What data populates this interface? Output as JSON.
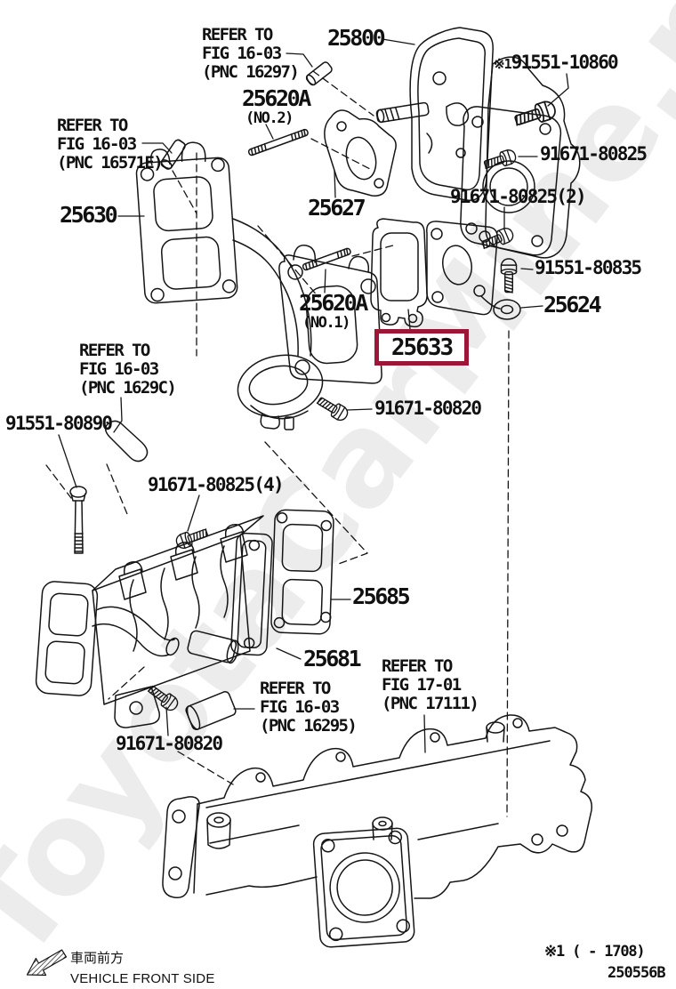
{
  "watermark": {
    "text": "ToyotaCarMine.ru"
  },
  "colors": {
    "background": "#ffffff",
    "line": "#151515",
    "highlight": "#9e1637",
    "watermark": "#ececec"
  },
  "highlighted_part": {
    "number": "25633"
  },
  "labels": {
    "ref_16297": {
      "text": "REFER TO\nFIG 16-03\n(PNC 16297)"
    },
    "p25800": {
      "text": "25800"
    },
    "n91551_10860": {
      "prefix": "※1",
      "text": "91551-10860"
    },
    "n91671_80825": {
      "text": "91671-80825"
    },
    "p25620a_no2": {
      "text": "25620A",
      "sub": "(NO.2)"
    },
    "ref_16571e": {
      "text": "REFER TO\nFIG 16-03\n(PNC 16571E)"
    },
    "p25630": {
      "text": "25630"
    },
    "p25627": {
      "text": "25627"
    },
    "n91671_80825_2": {
      "text": "91671-80825(2)"
    },
    "n91551_80835": {
      "text": "91551-80835"
    },
    "p25620a_no1": {
      "text": "25620A",
      "sub": "(NO.1)"
    },
    "p25624": {
      "text": "25624"
    },
    "p25633": {
      "text": "25633"
    },
    "n91671_80820_mid": {
      "text": "91671-80820"
    },
    "ref_1629c": {
      "text": "REFER TO\nFIG 16-03\n(PNC 1629C)"
    },
    "n91551_80890": {
      "text": "91551-80890"
    },
    "n91671_80825_4": {
      "text": "91671-80825(4)"
    },
    "p25685": {
      "text": "25685"
    },
    "p25681": {
      "text": "25681"
    },
    "ref_16295": {
      "text": "REFER TO\nFIG 16-03\n(PNC 16295)"
    },
    "n91671_80820_bot": {
      "text": "91671-80820"
    },
    "ref_17111": {
      "text": "REFER TO\nFIG 17-01\n(PNC 17111)"
    }
  },
  "footer": {
    "front_jp": "車両前方",
    "front_en": "VEHICLE FRONT SIDE",
    "note": "※1 (    - 1708)",
    "drawing_code": "250556B"
  }
}
